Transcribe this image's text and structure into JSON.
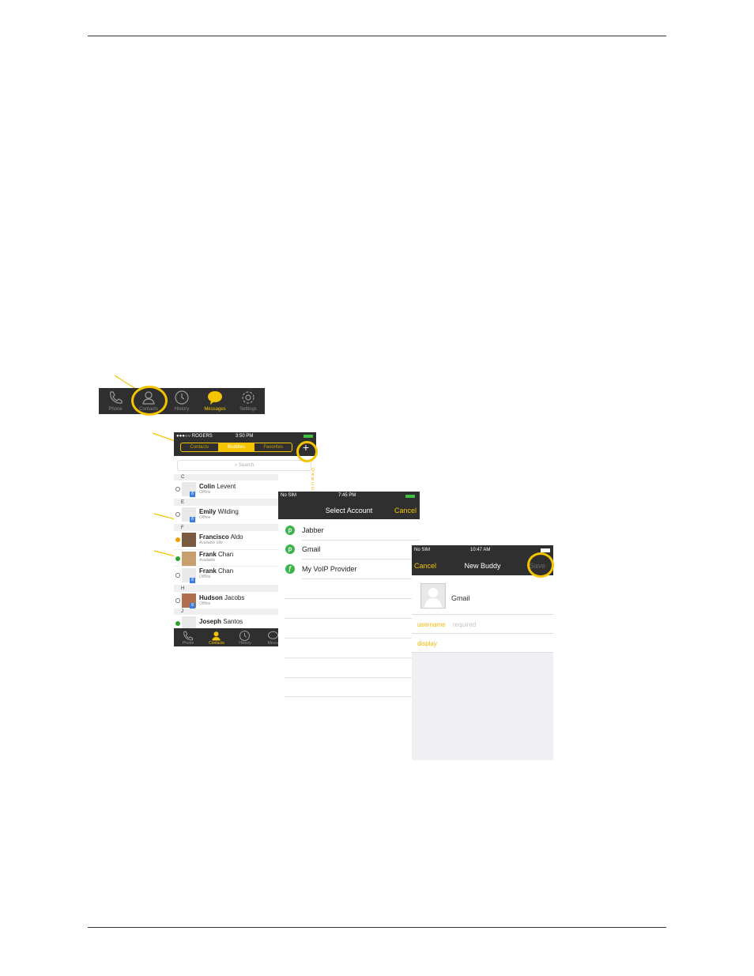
{
  "tabbar_strip": {
    "tabs": [
      {
        "label": "Phone",
        "icon": "phone-icon"
      },
      {
        "label": "Contacts",
        "icon": "person-icon"
      },
      {
        "label": "History",
        "icon": "clock-icon"
      },
      {
        "label": "Messages",
        "icon": "chat-bubble-icon",
        "active": true
      },
      {
        "label": "Settings",
        "icon": "gear-icon"
      }
    ]
  },
  "buddies_screen": {
    "status": {
      "carrier": "●●●○○ ROGERS",
      "time": "3:50 PM"
    },
    "segments": [
      "Contacts",
      "Buddies",
      "Favorites"
    ],
    "add_icon": "+",
    "search_placeholder": "Search",
    "alpha_index": "Q\nA\nB\nC\nD",
    "sections": [
      {
        "letter": "C"
      },
      {
        "letter": "E"
      },
      {
        "letter": "F"
      },
      {
        "letter": "H"
      },
      {
        "letter": "J"
      }
    ],
    "contacts": [
      {
        "first": "Colin",
        "last": "Levent",
        "status": "Offline"
      },
      {
        "first": "Emily",
        "last": "Wilding",
        "status": "Offline"
      },
      {
        "first": "Francisco",
        "last": "Aldo",
        "status": "Available Idle"
      },
      {
        "first": "Frank",
        "last": "Chan",
        "status": "Available"
      },
      {
        "first": "Frank",
        "last": "Chan",
        "status": "Offline"
      },
      {
        "first": "Hudson",
        "last": "Jacobs",
        "status": "Offline"
      },
      {
        "first": "Joseph",
        "last": "Santos",
        "status": ""
      }
    ],
    "badge": "8",
    "tabs": [
      "Phone",
      "Contacts",
      "History",
      "Messa"
    ]
  },
  "select_account": {
    "status": {
      "carrier": "No SIM",
      "time": "7:45 PM"
    },
    "title": "Select Account",
    "cancel": "Cancel",
    "accounts": [
      "Jabber",
      "Gmail",
      "My VoIP Provider"
    ]
  },
  "new_buddy": {
    "status": {
      "carrier": "No SIM",
      "time": "10:47 AM"
    },
    "title": "New Buddy",
    "cancel": "Cancel",
    "save": "Save",
    "account": "Gmail",
    "fields": [
      {
        "key": "username",
        "value": "required"
      },
      {
        "key": "display",
        "value": ""
      }
    ]
  },
  "colors": {
    "accent": "#f5c400",
    "bar": "#2f2f2f"
  }
}
